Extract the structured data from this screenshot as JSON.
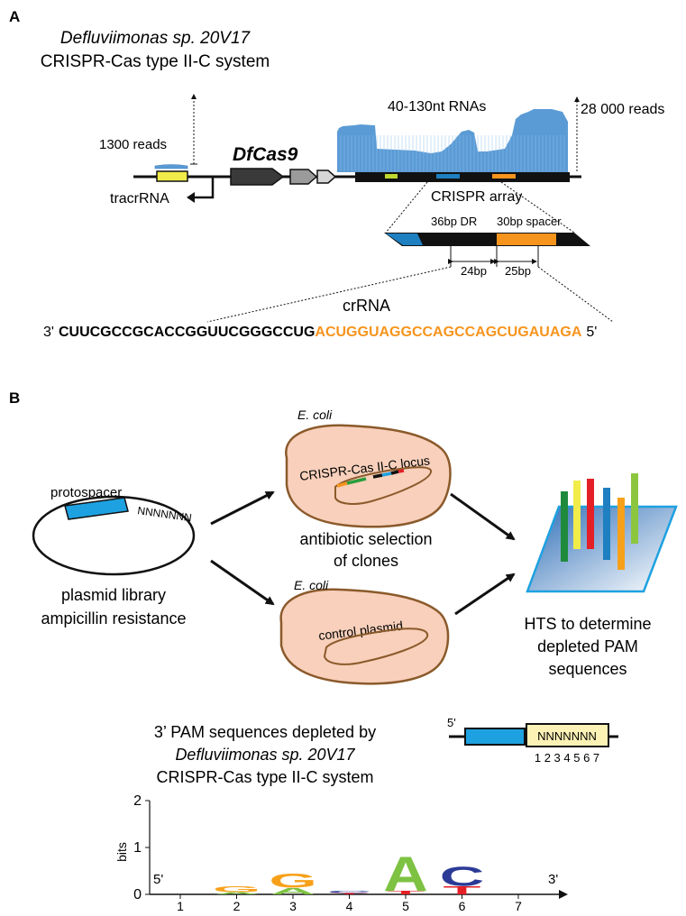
{
  "panel_a": {
    "label": "A",
    "species": "Defluviimonas sp. 20V17",
    "system": "CRISPR-Cas type II-C system",
    "reads_left": "1300 reads",
    "rna_label": "40-130nt RNAs",
    "reads_right": "28 000 reads",
    "gene_name": "DfCas9",
    "tracr_label": "tracrRNA",
    "array_label": "CRISPR array",
    "dr_label": "36bp DR",
    "spacer_label": "30bp spacer",
    "dist_dr": "24bp",
    "dist_spacer": "25bp",
    "crrna_label": "crRNA",
    "crrna_3prime": "3'",
    "crrna_repeat": "CUUCGCCGCACCGGUUCGGGCCUG",
    "crrna_spacer": "ACUGGUAGGCCAGCCAGCUGAUAGA",
    "crrna_5prime": "5'"
  },
  "panel_b": {
    "label": "B",
    "protospacer": "protospacer",
    "nnn": "NNNNNNN",
    "library_line1": "plasmid library",
    "library_line2": "ampicillin resistance",
    "ecoli_top": "E. coli",
    "locus_label": "CRISPR-Cas II-C locus",
    "selection_line1": "antibiotic selection",
    "selection_line2": "of clones",
    "ecoli_bottom": "E. coli",
    "control_label": "control plasmid",
    "hts_line1": "HTS to determine",
    "hts_line2": "depleted PAM",
    "hts_line3": "sequences",
    "pam_line1": "3’ PAM sequences depleted by",
    "pam_line2": "Defluviimonas sp. 20V17",
    "pam_line3": "CRISPR-Cas type II-C system",
    "construct_5prime": "5'",
    "construct_nnn": "NNNNNNN",
    "construct_positions": "1 2 3 4 5 6 7"
  },
  "colors": {
    "spacer_orange": "#f7941d",
    "coverage_blue": "#5b9bd5",
    "cell_fill": "#f8d0bb",
    "cell_stroke": "#8b5a2b",
    "protospacer_blue": "#1ea1e0",
    "yellow": "#f2ec4a",
    "logo_green": "#7dc242",
    "logo_orange": "#f7a11a",
    "logo_blue": "#2b3a97",
    "logo_red": "#e41f26"
  },
  "chart_data": {
    "type": "sequence_logo",
    "ylabel": "bits",
    "ylim": [
      0,
      2
    ],
    "yticks": [
      "0",
      "1",
      "2"
    ],
    "x_end_labels": [
      "5'",
      "3'"
    ],
    "positions": [
      {
        "pos": "1",
        "letters": []
      },
      {
        "pos": "2",
        "letters": [
          {
            "base": "G",
            "bits": 0.12
          },
          {
            "base": "A",
            "bits": 0.05
          }
        ]
      },
      {
        "pos": "3",
        "letters": [
          {
            "base": "G",
            "bits": 0.3
          },
          {
            "base": "A",
            "bits": 0.14
          }
        ]
      },
      {
        "pos": "4",
        "letters": [
          {
            "base": "C",
            "bits": 0.05
          },
          {
            "base": "T",
            "bits": 0.03
          }
        ]
      },
      {
        "pos": "5",
        "letters": [
          {
            "base": "A",
            "bits": 0.75
          },
          {
            "base": "T",
            "bits": 0.08
          }
        ]
      },
      {
        "pos": "6",
        "letters": [
          {
            "base": "C",
            "bits": 0.42
          },
          {
            "base": "T",
            "bits": 0.18
          }
        ]
      },
      {
        "pos": "7",
        "letters": []
      }
    ]
  }
}
